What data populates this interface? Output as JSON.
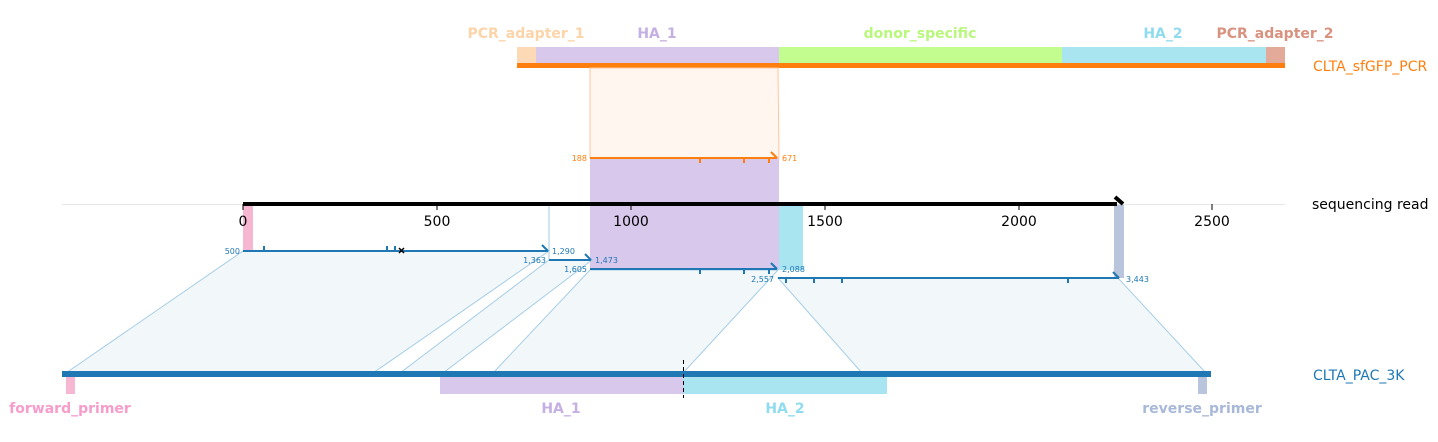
{
  "colors": {
    "pcr": "#ff7f0e",
    "read": "#000000",
    "pac": "#1f77b4",
    "pcr_adapter_1": "#fdd9b5",
    "pcr_adapter_1_label": "#fdd4a8",
    "ha_1": "#d8c8ec",
    "ha_1_label": "#c5b0e3",
    "donor_specific": "#c3fd8f",
    "donor_specific_label": "#b9f77c",
    "ha_2": "#a8e5f0",
    "ha_2_label": "#8fdcee",
    "pcr_adapter_2": "#e4aa99",
    "pcr_adapter_2_label": "#d9927f",
    "forward_primer": "#f7b6d2",
    "forward_primer_label": "#f79ccb",
    "reverse_primer": "#b8c5dc",
    "reverse_primer_label": "#a8b8d8",
    "connector_fill": "#f2f7fa",
    "connector_line": "#a6cde6",
    "pcr_connector_fill": "#fff6ef",
    "pcr_connector_line": "#ffc59a"
  },
  "tracks": {
    "pcr": {
      "name": "CLTA_sfGFP_PCR"
    },
    "read": {
      "name": "sequencing read"
    },
    "pac": {
      "name": "CLTA_PAC_3K"
    }
  },
  "pcr_features": [
    {
      "id": "pcr-adapter-1",
      "label": "PCR_adapter_1",
      "color_key": "pcr_adapter_1"
    },
    {
      "id": "ha-1",
      "label": "HA_1",
      "color_key": "ha_1"
    },
    {
      "id": "donor-specific",
      "label": "donor_specific",
      "color_key": "donor_specific"
    },
    {
      "id": "ha-2",
      "label": "HA_2",
      "color_key": "ha_2"
    },
    {
      "id": "pcr-adapter-2",
      "label": "PCR_adapter_2",
      "color_key": "pcr_adapter_2"
    }
  ],
  "pac_features": [
    {
      "id": "forward-primer",
      "label": "forward_primer",
      "color_key": "forward_primer"
    },
    {
      "id": "ha-1",
      "label": "HA_1",
      "color_key": "ha_1"
    },
    {
      "id": "ha-2",
      "label": "HA_2",
      "color_key": "ha_2"
    },
    {
      "id": "reverse-primer",
      "label": "reverse_primer",
      "color_key": "reverse_primer"
    }
  ],
  "read_axis": {
    "ticks": [
      "0",
      "500",
      "1000",
      "1500",
      "2000",
      "2500"
    ]
  },
  "alignments": [
    {
      "id": "pcr-alignment",
      "start_label": "188",
      "end_label": "671",
      "color_key": "pcr"
    },
    {
      "id": "pac-alignment-1",
      "start_label": "500",
      "end_label": "1,290",
      "color_key": "pac"
    },
    {
      "id": "pac-alignment-2",
      "start_label": "1,363",
      "end_label": "1,473",
      "color_key": "pac"
    },
    {
      "id": "pac-alignment-3",
      "start_label": "1,605",
      "end_label": "2,088",
      "color_key": "pac"
    },
    {
      "id": "pac-alignment-4",
      "start_label": "2,557",
      "end_label": "3,443",
      "color_key": "pac"
    }
  ]
}
